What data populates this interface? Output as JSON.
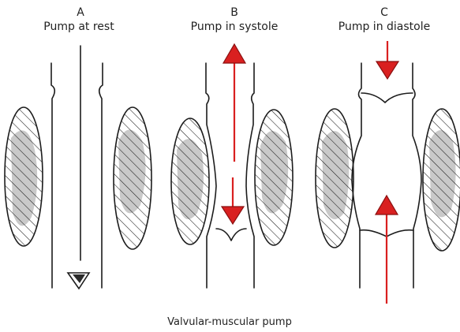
{
  "panels": [
    {
      "letter": "A",
      "title": "Pump at rest"
    },
    {
      "letter": "B",
      "title": "Pump in systole"
    },
    {
      "letter": "C",
      "title": "Pump in diastole"
    }
  ],
  "caption": "Valvular-muscular pump",
  "colors": {
    "ink": "#1c1c1c",
    "muscle": "#c9c9c9",
    "flow": "#d92020"
  }
}
